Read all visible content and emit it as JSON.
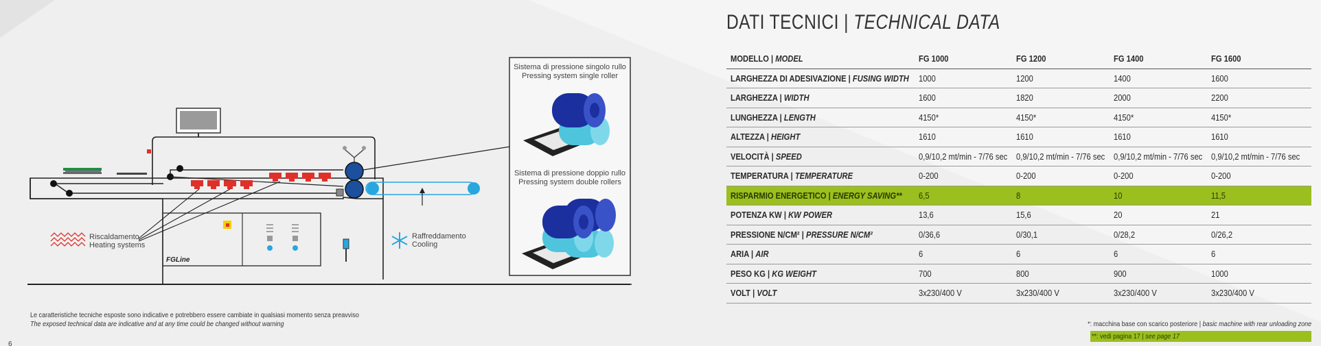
{
  "title": {
    "main": "DATI TECNICI |",
    "italic": "TECHNICAL DATA"
  },
  "table": {
    "header": {
      "label": "MODELLO |",
      "label_italic": "MODEL",
      "models": [
        "FG 1000",
        "FG 1200",
        "FG 1400",
        "FG 1600"
      ]
    },
    "rows": [
      {
        "label": "LARGHEZZA DI ADESIVAZIONE |",
        "label_italic": "FUSING WIDTH",
        "values": [
          "1000",
          "1200",
          "1400",
          "1600"
        ]
      },
      {
        "label": "LARGHEZZA |",
        "label_italic": "WIDTH",
        "values": [
          "1600",
          "1820",
          "2000",
          "2200"
        ]
      },
      {
        "label": "LUNGHEZZA |",
        "label_italic": "LENGTH",
        "values": [
          "4150*",
          "4150*",
          "4150*",
          "4150*"
        ]
      },
      {
        "label": "ALTEZZA |",
        "label_italic": "HEIGHT",
        "values": [
          "1610",
          "1610",
          "1610",
          "1610"
        ]
      },
      {
        "label": "VELOCITÀ |",
        "label_italic": "SPEED",
        "values": [
          "0,9/10,2 mt/min - 7/76 sec",
          "0,9/10,2 mt/min - 7/76 sec",
          "0,9/10,2 mt/min - 7/76 sec",
          "0,9/10,2 mt/min - 7/76 sec"
        ]
      },
      {
        "label": "TEMPERATURA |",
        "label_italic": "TEMPERATURE",
        "values": [
          "0-200",
          "0-200",
          "0-200",
          "0-200"
        ]
      },
      {
        "label": "RISPARMIO ENERGETICO |",
        "label_italic": "ENERGY SAVING**",
        "values": [
          "6,5",
          "8",
          "10",
          "11,5"
        ],
        "highlight": true
      },
      {
        "label": "POTENZA KW |",
        "label_italic": "KW POWER",
        "values": [
          "13,6",
          "15,6",
          "20",
          "21"
        ]
      },
      {
        "label": "PRESSIONE N/CM² |",
        "label_italic": "PRESSURE N/CM²",
        "values": [
          "0/36,6",
          "0/30,1",
          "0/28,2",
          "0/26,2"
        ]
      },
      {
        "label": "ARIA |",
        "label_italic": "AIR",
        "values": [
          "6",
          "6",
          "6",
          "6"
        ]
      },
      {
        "label": "PESO KG |",
        "label_italic": "KG WEIGHT",
        "values": [
          "700",
          "800",
          "900",
          "1000"
        ]
      },
      {
        "label": "VOLT |",
        "label_italic": "VOLT",
        "values": [
          "3x230/400 V",
          "3x230/400 V",
          "3x230/400 V",
          "3x230/400 V"
        ]
      }
    ]
  },
  "notes": {
    "note1": "*: macchina base con scarico posteriore |",
    "note1_italic": "basic machine with rear unloading zone",
    "note2": "**: vedi pagina 17 |",
    "note2_italic": "see page 17"
  },
  "disclaimer": {
    "it": "Le caratteristiche tecniche esposte sono indicative e potrebbero essere cambiate in qualsiasi momento senza preavviso",
    "en": "The exposed technical data are indicative and  at any time could be changed without warning"
  },
  "page_number": "6",
  "diagram": {
    "single_roller_it": "Sistema di pressione singolo rullo",
    "single_roller_en": "Pressing system single roller",
    "double_roller_it": "Sistema di pressione doppio rullo",
    "double_roller_en": "Pressing system double rollers",
    "heating_it": "Riscaldamento",
    "heating_en": "Heating systems",
    "cooling_it": "Raffreddamento",
    "cooling_en": "Cooling",
    "logo": "FGLine",
    "colors": {
      "heater": "#e0302a",
      "roller": "#1c4f9c",
      "cooling": "#29a6de",
      "highlight": "#9bbf1e"
    }
  }
}
